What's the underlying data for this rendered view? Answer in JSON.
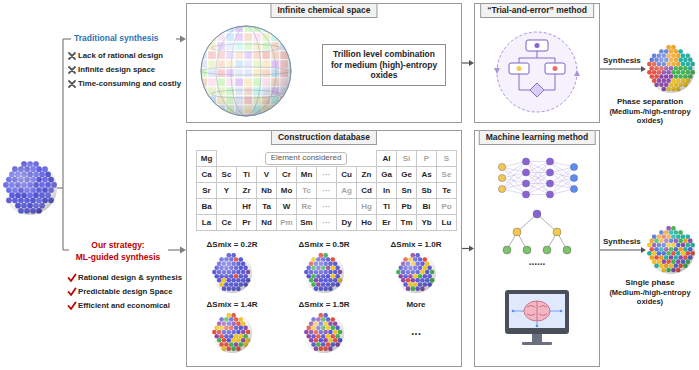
{
  "diagram": {
    "nodes": [
      {
        "text": [
          "Infinite chemical space"
        ]
      },
      {
        "text": [
          "Trillion level combination for medium (high)-entropy oxides"
        ],
        "in": 0
      },
      {
        "text": [
          "“Trial-and-error” method"
        ]
      },
      {
        "text": [
          "Phase separation",
          "(Medium-/high-entropy oxides)"
        ]
      },
      {
        "text": [
          "Construction database"
        ]
      },
      {
        "text": [
          "Machine learning method"
        ]
      },
      {
        "text": [
          "Single phase",
          "(Medium-/high-entropy oxides)"
        ]
      }
    ],
    "edges": [
      {
        "from": 0,
        "to": 2,
        "arrow": "to"
      },
      {
        "from": 2,
        "to": 3,
        "label": "Synthesis",
        "arrow": "to"
      },
      {
        "from": 4,
        "to": 5,
        "arrow": "to"
      },
      {
        "from": 5,
        "to": 6,
        "label": "Synthesis",
        "arrow": "to"
      }
    ],
    "labels": [
      "Traditional synthesis",
      "Lack of rational design",
      "Infinite design space",
      "Time-consuming and costly",
      "Our strategy:",
      "ML-guided synthesis",
      "Rational design & synthesis",
      "Predictable design Space",
      "Efficient and economical",
      "Mg",
      "Element considered",
      "Al",
      "Si",
      "P",
      "S",
      "Ca",
      "Sc",
      "Ti",
      "V",
      "Cr",
      "Mn",
      "···",
      "Cu",
      "Zn",
      "Ga",
      "Ge",
      "As",
      "Se",
      "Sr",
      "Y",
      "Zr",
      "Nb",
      "Mo",
      "Tc",
      "···",
      "Ag",
      "Cd",
      "In",
      "Sn",
      "Sb",
      "Te",
      "Ba",
      "Hf",
      "Ta",
      "W",
      "Re",
      "···",
      "Hg",
      "Tl",
      "Pb",
      "Bi",
      "Po",
      "La",
      "Ce",
      "Pr",
      "Nd",
      "Pm",
      "Sm",
      "···",
      "Dy",
      "Ho",
      "Er",
      "Tm",
      "Yb",
      "Lu",
      "ΔSmix = 0.2R",
      "ΔSmix = 0.5R",
      "ΔSmix = 1.0R",
      "ΔSmix = 1.4R",
      "ΔSmix = 1.5R",
      "More",
      "...",
      "......"
    ]
  }
}
